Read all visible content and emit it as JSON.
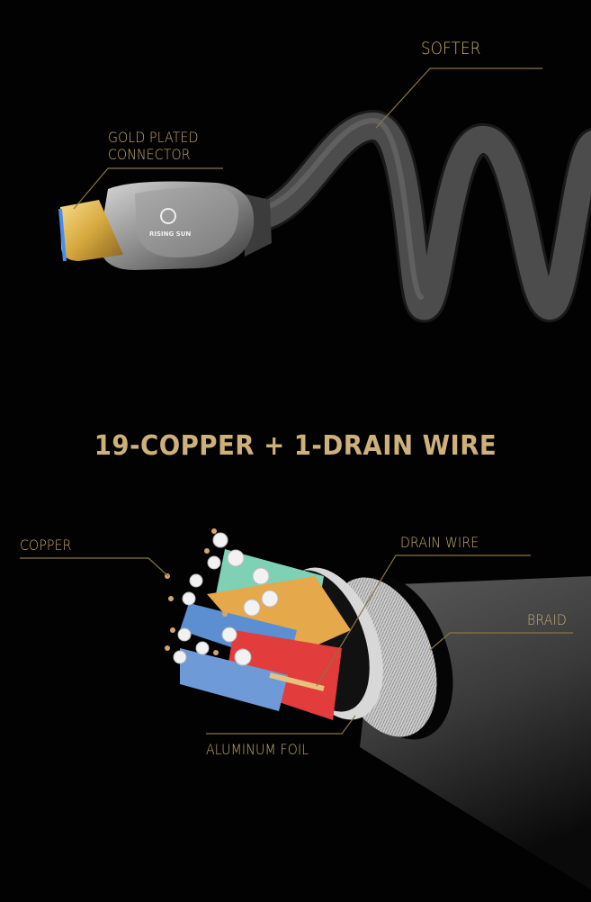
{
  "top_section": {
    "labels": {
      "softer": "SOFTER",
      "gold_plated_line1": "GOLD PLATED",
      "gold_plated_line2": "CONNECTOR"
    },
    "brand_logo_text": "RISING SUN"
  },
  "headline": "19-COPPER + 1-DRAIN WIRE",
  "bottom_section": {
    "labels": {
      "copper": "COPPER",
      "drain_wire": "DRAIN WIRE",
      "braid": "BRAID",
      "aluminum_foil": "ALUMINUM FOIL"
    }
  },
  "colors": {
    "background": "#020202",
    "gold_text": "#c9ab70",
    "leader_line": "#8a7447"
  }
}
